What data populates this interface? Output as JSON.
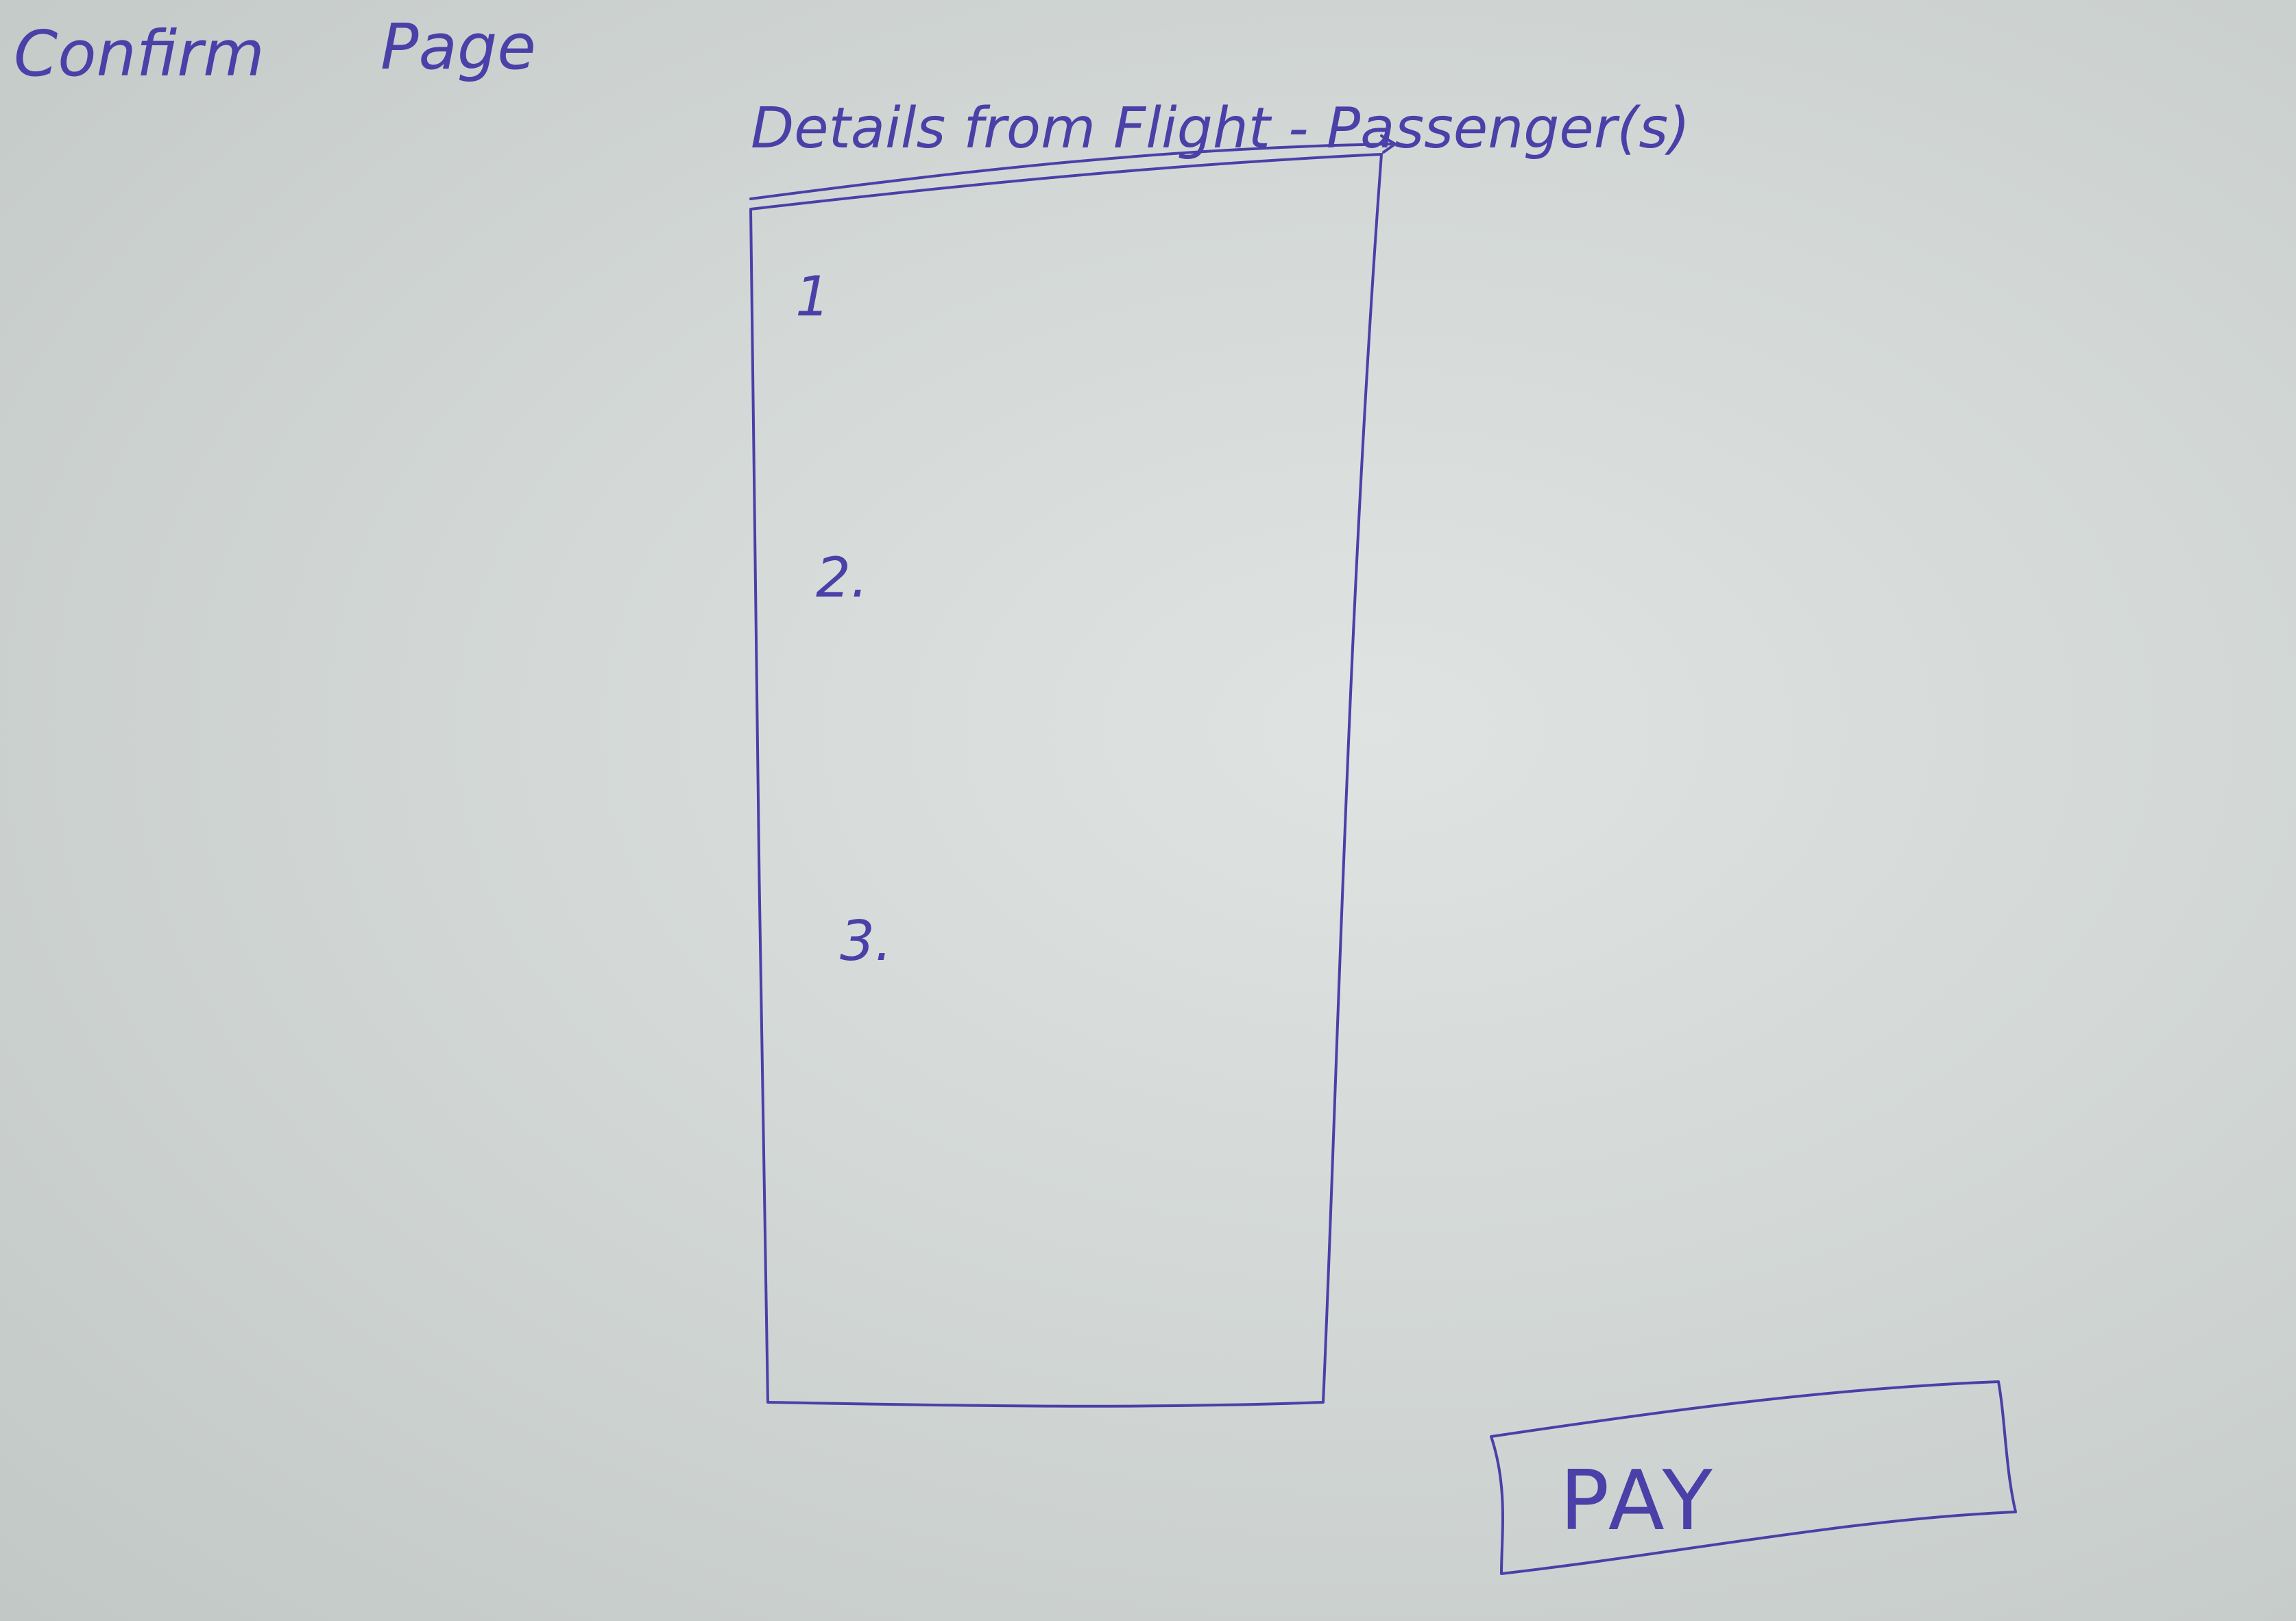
{
  "page": {
    "title_word_1": "Confirm",
    "title_word_2": "Page"
  },
  "details": {
    "heading": "Details from Flight - Passenger(s)",
    "items": [
      "1",
      "2.",
      "3."
    ]
  },
  "actions": {
    "pay_label": "PAY"
  },
  "colors": {
    "ink": "#4b3fa8",
    "paper": "#d3d8d6"
  }
}
